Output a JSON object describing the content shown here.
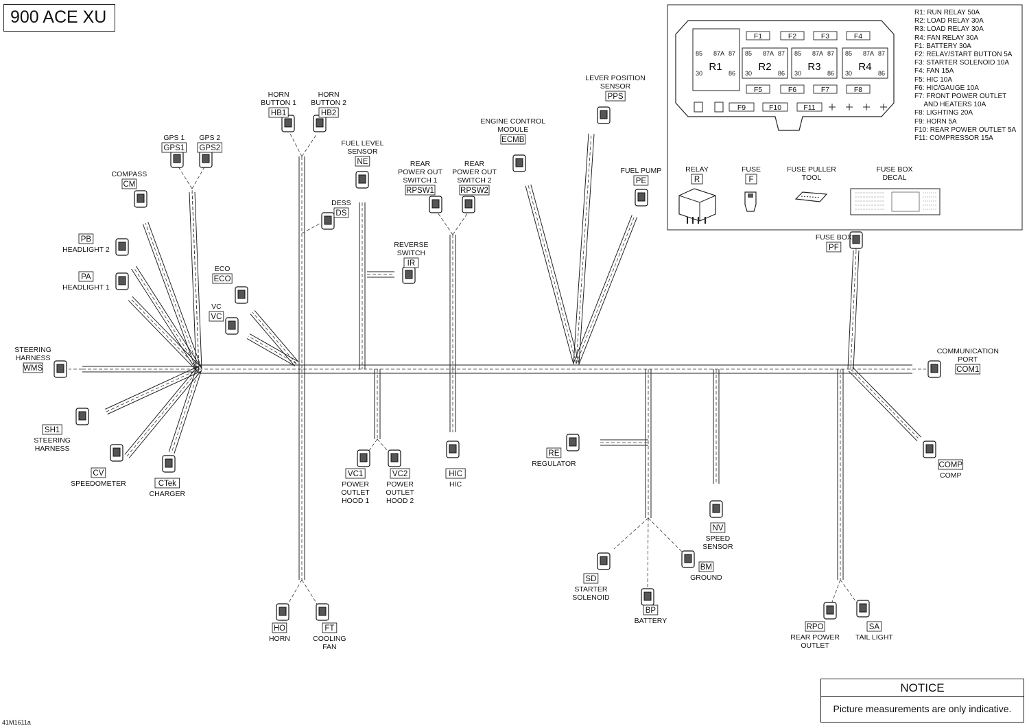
{
  "title": "900 ACE XU",
  "doc_id": "41M1611a",
  "notice": {
    "heading": "NOTICE",
    "text": "Picture measurements are only indicative."
  },
  "fuse_legend": [
    "R1: RUN RELAY 50A",
    "R2: LOAD RELAY 30A",
    "R3: LOAD RELAY 30A",
    "R4: FAN RELAY 30A",
    "F1: BATTERY 30A",
    "F2: RELAY/START BUTTON 5A",
    "F3: STARTER SOLENOID 10A",
    "F4: FAN 15A",
    "F5: HIC 10A",
    "F6: HIC/GAUGE 10A",
    "F7: FRONT POWER OUTLET",
    "     AND HEATERS 10A",
    "F8: LIGHTING 20A",
    "F9: HORN 5A",
    "F10: REAR POWER OUTLET 5A",
    "F11: COMPRESSOR 15A"
  ],
  "fuse_box": {
    "fuses_top": [
      "F1",
      "F2",
      "F3",
      "F4"
    ],
    "fuses_mid": [
      "F5",
      "F6",
      "F7",
      "F8"
    ],
    "fuses_bottom": [
      "F9",
      "F10",
      "F11"
    ],
    "relays": [
      "R1",
      "R2",
      "R3",
      "R4"
    ],
    "relay_pins": {
      "p85": "85",
      "p87a": "87A",
      "p87": "87",
      "p30": "30",
      "p86": "86"
    },
    "parts": [
      {
        "name": "RELAY",
        "code": "R"
      },
      {
        "name": "FUSE",
        "code": "F"
      },
      {
        "name": "FUSE PULLER\nTOOL",
        "code": ""
      },
      {
        "name": "FUSE BOX\nDECAL",
        "code": ""
      }
    ]
  },
  "connectors": [
    {
      "id": "wms",
      "code": "WMS",
      "label": "STEERING\nHARNESS"
    },
    {
      "id": "cm",
      "code": "CM",
      "label": "COMPASS"
    },
    {
      "id": "gps1",
      "code": "GPS1",
      "label": "GPS 1"
    },
    {
      "id": "gps2",
      "code": "GPS2",
      "label": "GPS 2"
    },
    {
      "id": "pb",
      "code": "PB",
      "label": "HEADLIGHT 2"
    },
    {
      "id": "pa",
      "code": "PA",
      "label": "HEADLIGHT 1"
    },
    {
      "id": "eco",
      "code": "ECO",
      "label": "ECO"
    },
    {
      "id": "vc",
      "code": "VC",
      "label": "VC"
    },
    {
      "id": "hb1",
      "code": "HB1",
      "label": "HORN\nBUTTON 1"
    },
    {
      "id": "hb2",
      "code": "HB2",
      "label": "HORN\nBUTTON 2"
    },
    {
      "id": "ne",
      "code": "NE",
      "label": "FUEL LEVEL\nSENSOR"
    },
    {
      "id": "ds",
      "code": "DS",
      "label": "DESS"
    },
    {
      "id": "ir",
      "code": "IR",
      "label": "REVERSE\nSWITCH"
    },
    {
      "id": "rpsw1",
      "code": "RPSW1",
      "label": "REAR\nPOWER OUT\nSWITCH 1"
    },
    {
      "id": "rpsw2",
      "code": "RPSW2",
      "label": "REAR\nPOWER OUT\nSWITCH 2"
    },
    {
      "id": "ecmb",
      "code": "ECMB",
      "label": "ENGINE CONTROL\nMODULE"
    },
    {
      "id": "pps",
      "code": "PPS",
      "label": "LEVER POSITION\nSENSOR"
    },
    {
      "id": "pe",
      "code": "PE",
      "label": "FUEL PUMP"
    },
    {
      "id": "pf",
      "code": "PF",
      "label": "FUSE BOX"
    },
    {
      "id": "com1",
      "code": "COM1",
      "label": "COMMUNICATION\nPORT"
    },
    {
      "id": "sh1",
      "code": "SH1",
      "label": "STEERING\nHARNESS"
    },
    {
      "id": "cv",
      "code": "CV",
      "label": "SPEEDOMETER"
    },
    {
      "id": "ctek",
      "code": "CTek",
      "label": "CHARGER"
    },
    {
      "id": "vc1",
      "code": "VC1",
      "label": "POWER\nOUTLET\nHOOD 1"
    },
    {
      "id": "vc2",
      "code": "VC2",
      "label": "POWER\nOUTLET\nHOOD 2"
    },
    {
      "id": "hic",
      "code": "HIC",
      "label": "HIC"
    },
    {
      "id": "re",
      "code": "RE",
      "label": "REGULATOR"
    },
    {
      "id": "nv",
      "code": "NV",
      "label": "SPEED\nSENSOR"
    },
    {
      "id": "comp",
      "code": "COMP",
      "label": "COMP"
    },
    {
      "id": "sd",
      "code": "SD",
      "label": "STARTER\nSOLENOID"
    },
    {
      "id": "bm",
      "code": "BM",
      "label": "GROUND"
    },
    {
      "id": "bp",
      "code": "BP",
      "label": "BATTERY"
    },
    {
      "id": "ho",
      "code": "HO",
      "label": "HORN"
    },
    {
      "id": "ft",
      "code": "FT",
      "label": "COOLING\nFAN"
    },
    {
      "id": "rpo",
      "code": "RPO",
      "label": "REAR POWER\nOUTLET"
    },
    {
      "id": "sa",
      "code": "SA",
      "label": "TAIL LIGHT"
    }
  ]
}
